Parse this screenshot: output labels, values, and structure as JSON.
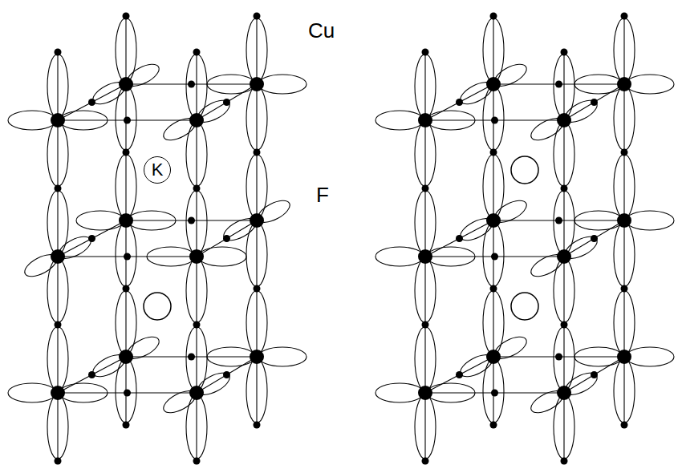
{
  "diagram": {
    "nodes": [
      {
        "text": [
          "K"
        ]
      }
    ],
    "labels": [
      "Cu",
      "F"
    ]
  }
}
